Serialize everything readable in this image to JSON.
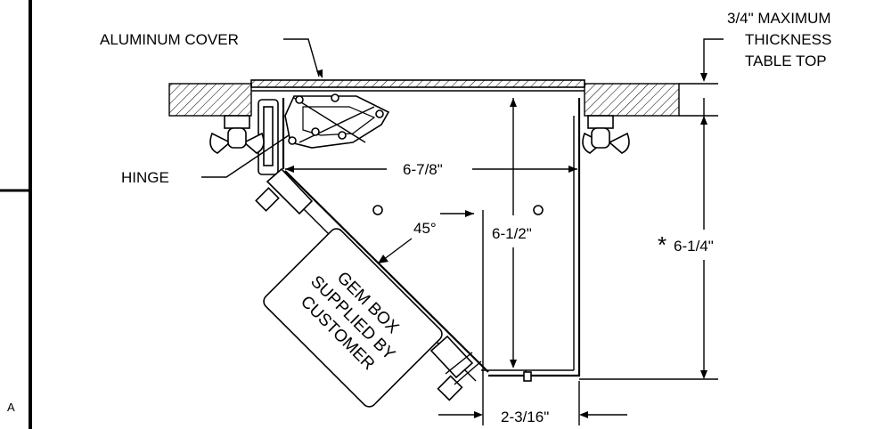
{
  "labels": {
    "aluminum_cover": "ALUMINUM COVER",
    "max_thickness_1": "3/4\" MAXIMUM",
    "max_thickness_2": "THICKNESS",
    "max_thickness_3": "TABLE TOP",
    "hinge": "HINGE",
    "gem_box_1": "GEM BOX",
    "gem_box_2": "SUPPLIED BY",
    "gem_box_3": "CUSTOMER",
    "sheet_letter": "A"
  },
  "dimensions": {
    "width_top": "6-7/8\"",
    "height_inner": "6-1/2\"",
    "height_overall": "6-1/4\"",
    "overall_marker": "*",
    "angle": "45°",
    "bottom_width": "2-3/16\""
  }
}
